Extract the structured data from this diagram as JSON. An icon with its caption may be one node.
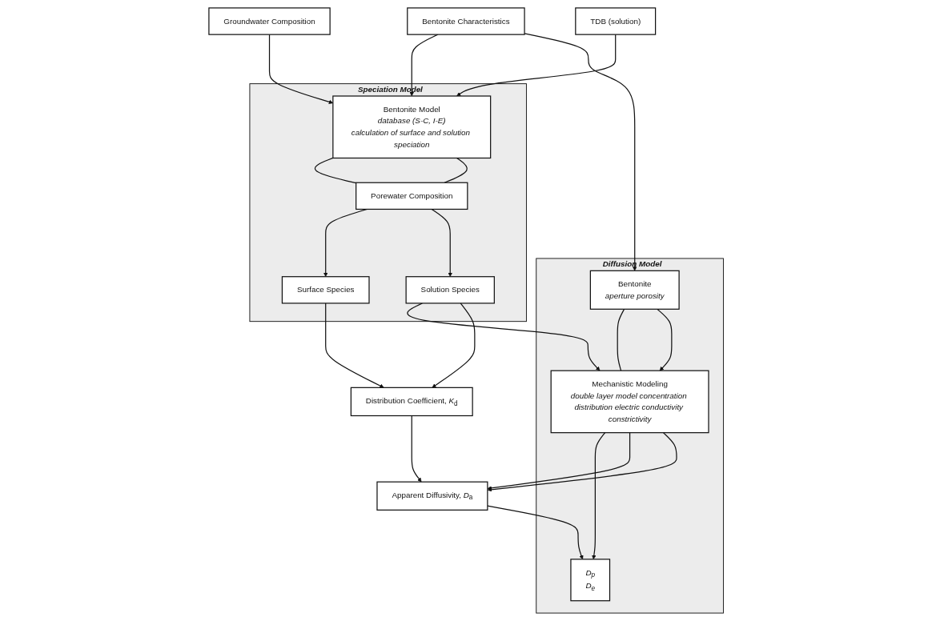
{
  "diagram": {
    "nodes": [
      {
        "text": [
          "Groundwater Composition"
        ]
      },
      {
        "text": [
          "TDB (solution)"
        ]
      },
      {
        "text": [
          "Bentonite Characteristics"
        ]
      },
      {
        "text": [
          "Speciation Model"
        ]
      },
      {
        "text": [
          "Bentonite Model",
          "database (S-C, I-E)",
          "calculation of surface and solution speciation"
        ],
        "in": 3
      },
      {
        "text": [
          "Porewater Composition"
        ],
        "in": 3
      },
      {
        "text": [
          "Surface Species"
        ],
        "in": 3
      },
      {
        "text": [
          "Solution Species"
        ],
        "in": 3
      },
      {
        "text": [
          "Diffusion Model"
        ]
      },
      {
        "text": [
          "Bentonite",
          "aperture porosity"
        ],
        "in": 8
      },
      {
        "text": [
          "Mechanistic Modeling",
          "double layer model concentration distribution electric conductivity constrictivity"
        ],
        "in": 8
      },
      {
        "text": [
          "D$_{p}$",
          "D$_{e}$"
        ],
        "in": 8
      },
      {
        "text": [
          "Distribution Coefficient, *K*$_{d}$"
        ]
      },
      {
        "text": [
          "Apparent Diffusivity, *D*$_{a}$"
        ]
      }
    ],
    "edges": [
      {
        "from": 0,
        "to": 4,
        "arrow": "to"
      },
      {
        "from": 1,
        "to": 4,
        "arrow": "to"
      },
      {
        "from": 2,
        "to": 4,
        "arrow": "to"
      },
      {
        "from": 2,
        "to": 9,
        "arrow": "to"
      },
      {
        "from": 4,
        "to": 5,
        "arrow": "none"
      },
      {
        "from": 4,
        "to": 5,
        "arrow": "none"
      },
      {
        "from": 5,
        "to": 6,
        "arrow": "to"
      },
      {
        "from": 5,
        "to": 7,
        "arrow": "to"
      },
      {
        "from": 7,
        "to": 10,
        "arrow": "to"
      },
      {
        "from": 9,
        "to": 10,
        "arrow": "none"
      },
      {
        "from": 9,
        "to": 10,
        "arrow": "to"
      },
      {
        "from": 6,
        "to": 12,
        "arrow": "to"
      },
      {
        "from": 7,
        "to": 12,
        "arrow": "to"
      },
      {
        "from": 10,
        "to": 11,
        "arrow": "to"
      },
      {
        "from": 10,
        "to": 13,
        "arrow": "to"
      },
      {
        "from": 10,
        "to": 13,
        "arrow": "to"
      },
      {
        "from": 12,
        "to": 13,
        "arrow": "to"
      },
      {
        "from": 13,
        "to": 11,
        "arrow": "to"
      }
    ]
  }
}
